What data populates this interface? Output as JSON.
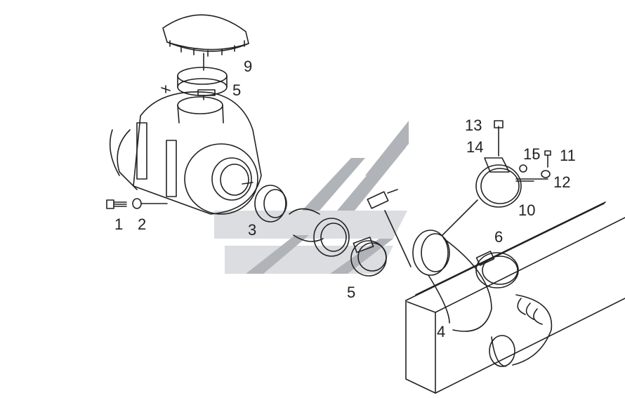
{
  "callouts": [
    {
      "id": "c1",
      "label": "1"
    },
    {
      "id": "c2",
      "label": "2"
    },
    {
      "id": "c3",
      "label": "3"
    },
    {
      "id": "c4",
      "label": "4"
    },
    {
      "id": "c5a",
      "label": "5"
    },
    {
      "id": "c5b",
      "label": "5"
    },
    {
      "id": "c6",
      "label": "6"
    },
    {
      "id": "c9",
      "label": "9"
    },
    {
      "id": "c10",
      "label": "10"
    },
    {
      "id": "c11",
      "label": "11"
    },
    {
      "id": "c12",
      "label": "12"
    },
    {
      "id": "c13",
      "label": "13"
    },
    {
      "id": "c14",
      "label": "14"
    },
    {
      "id": "c15",
      "label": "15"
    }
  ],
  "colors": {
    "line": "#222222",
    "watermark_light": "#d6d8dc",
    "watermark_dark": "#a3a7ad"
  }
}
